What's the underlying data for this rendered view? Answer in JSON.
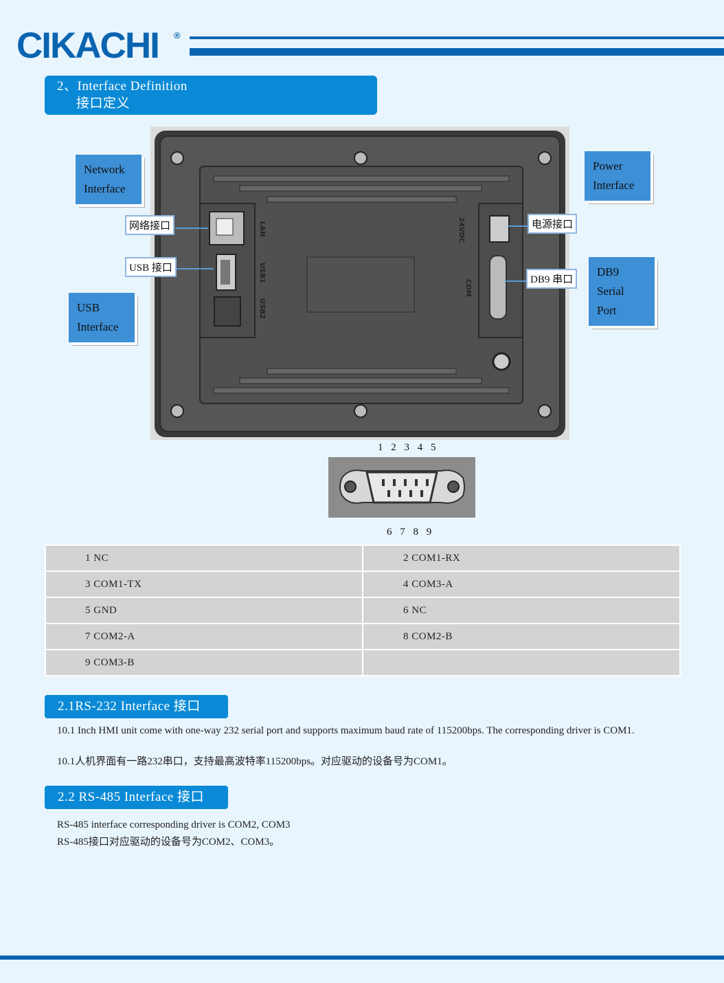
{
  "brand": {
    "logo": "CIKACHI",
    "reg": "®"
  },
  "section_title": {
    "en": "2、Interface Definition",
    "cn": "接口定义"
  },
  "diagram": {
    "callouts": {
      "network": [
        "Network",
        "Interface"
      ],
      "usb": [
        "USB",
        "Interface"
      ],
      "power": [
        "Power",
        "Interface"
      ],
      "db9": [
        "DB9",
        "Serial",
        "Port"
      ]
    },
    "labels": {
      "network": "网络接口",
      "usb": "USB 接口",
      "power": "电源接口",
      "db9": "DB9 串口"
    },
    "device_text": {
      "lan": "LAN",
      "usb1": "USB1",
      "usb2": "USB2",
      "vdc": "24VDC",
      "com": "COM",
      "plus": "+",
      "minus": "-"
    },
    "pins_top": "1 2 3 4 5",
    "pins_bottom": "6 7 8 9"
  },
  "pin_table": [
    [
      "1  NC",
      "2  COM1-RX"
    ],
    [
      "3  COM1-TX",
      "4  COM3-A"
    ],
    [
      "5  GND",
      "6  NC"
    ],
    [
      "7  COM2-A",
      "8  COM2-B"
    ],
    [
      "9  COM3-B",
      ""
    ]
  ],
  "rs232": {
    "title": "2.1RS-232 Interface 接口",
    "p1": "10.1 Inch HMI unit come with one-way 232 serial port and supports maximum baud rate of 115200bps. The corresponding driver is COM1.",
    "p2": "10.1人机界面有一路232串口，支持最高波特率115200bps。对应驱动的设备号为COM1。"
  },
  "rs485": {
    "title": "2.2 RS-485 Interface 接口",
    "p1": "RS-485 interface corresponding driver is COM2, COM3",
    "p2": "RS-485接口对应驱动的设备号为COM2、COM3。"
  }
}
